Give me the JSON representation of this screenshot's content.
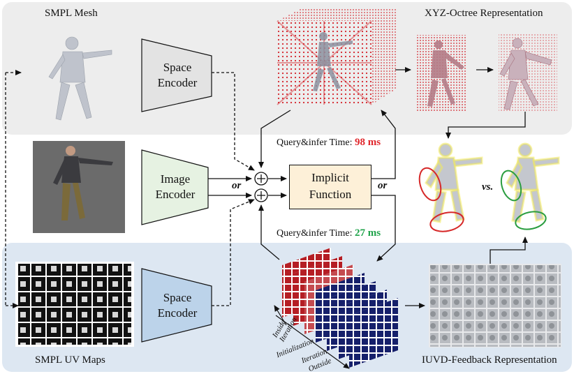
{
  "labels": {
    "smpl_mesh": "SMPL Mesh",
    "xyz_octree": "XYZ-Octree Representation",
    "smpl_uv_maps": "SMPL UV Maps",
    "iuvd_feedback": "IUVD-Feedback Representation"
  },
  "encoders": {
    "space_top": [
      "Space",
      "Encoder"
    ],
    "image": [
      "Image",
      "Encoder"
    ],
    "space_bottom": [
      "Space",
      "Encoder"
    ]
  },
  "implicit_function": [
    "Implicit",
    "Function"
  ],
  "timing": {
    "top_prefix": "Query&infer Time: ",
    "top_value": "98 ms",
    "bottom_prefix": "Query&infer Time: ",
    "bottom_value": "27 ms"
  },
  "connectors": {
    "or_left": "or",
    "or_right": "or",
    "vs": "vs."
  },
  "axes": {
    "a1": "Inside",
    "a2": "Iteration",
    "a3": "Initialization",
    "a4": "Iteration",
    "a5": "Outside"
  },
  "colors": {
    "top_panel": "#ededed",
    "bottom_panel": "#dde7f2",
    "space_encoder_top": "#e3e3e3",
    "image_encoder": "#e6f2e2",
    "space_encoder_bottom": "#bcd3ea",
    "implicit_function": "#fdf0d8",
    "fast_time": "#1fa34a",
    "slow_time": "#e0262b"
  }
}
